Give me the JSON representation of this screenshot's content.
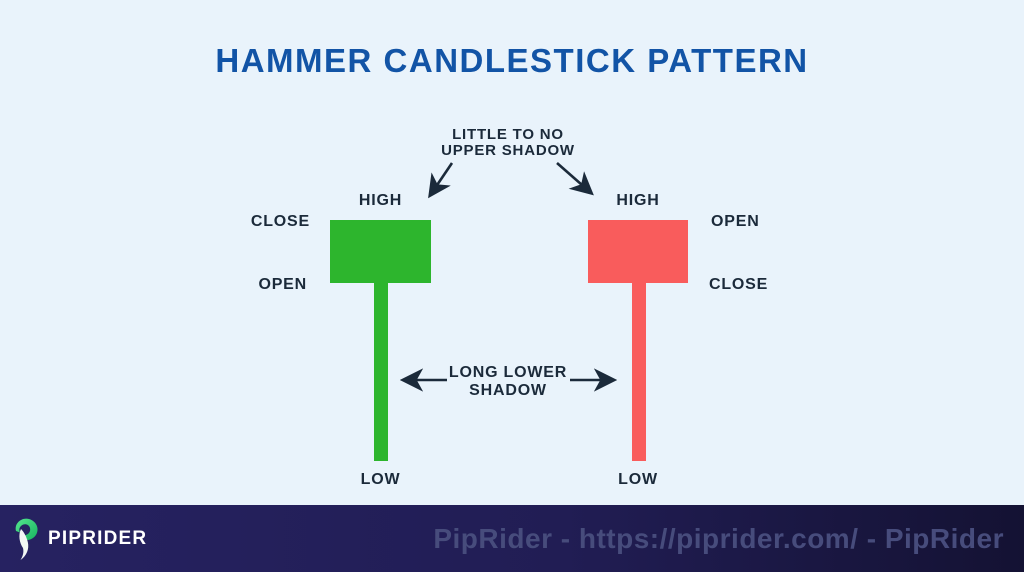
{
  "title": "HAMMER CANDLESTICK PATTERN",
  "annotations": {
    "upper_shadow": {
      "line1": "LITTLE TO NO",
      "line2": "UPPER SHADOW"
    },
    "lower_shadow": {
      "line1": "LONG LOWER",
      "line2": "SHADOW"
    }
  },
  "candles": {
    "bullish": {
      "high": "HIGH",
      "close": "CLOSE",
      "open": "OPEN",
      "low": "LOW",
      "color": "#2db52d"
    },
    "bearish": {
      "high": "HIGH",
      "open": "OPEN",
      "close": "CLOSE",
      "low": "LOW",
      "color": "#f95c5c"
    }
  },
  "footer": {
    "brand": "PIPRIDER",
    "watermark": "PipRider - https://piprider.com/ - PipRider"
  },
  "colors": {
    "background": "#e9f3fb",
    "title": "#1254a6",
    "label": "#1b2a3a",
    "bullish_green": "#2db52d",
    "bearish_red": "#f95c5c",
    "footer_background": "#211d54",
    "watermark_text": "#474c7c",
    "logo_green": "#2fc96e"
  }
}
